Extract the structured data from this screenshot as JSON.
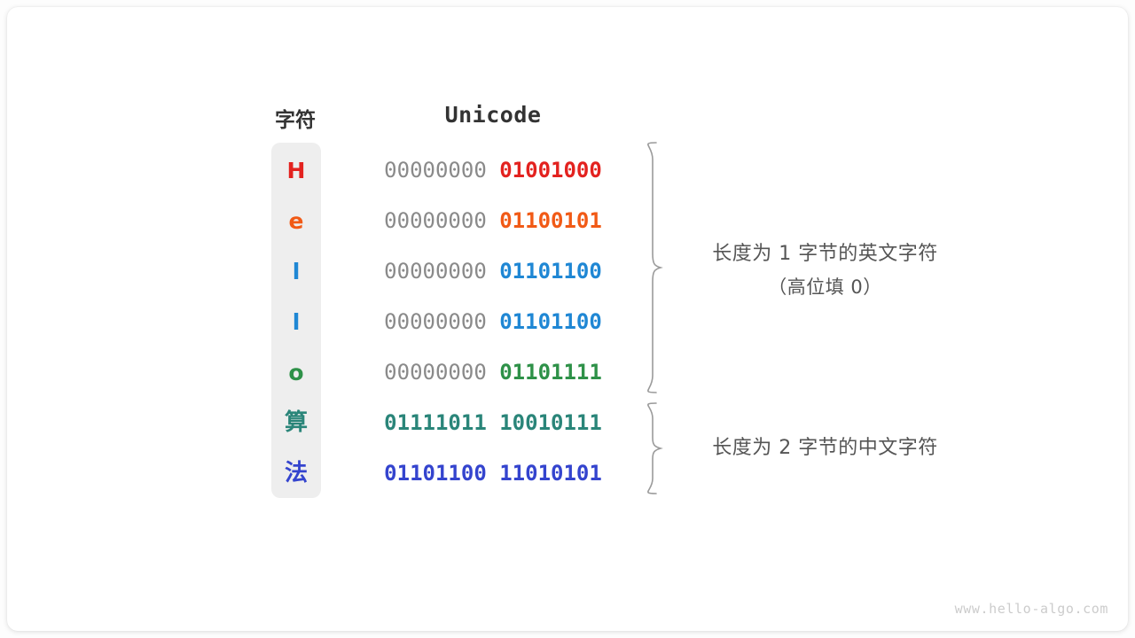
{
  "figure": {
    "headers": {
      "character": "字符",
      "encoding": "Unicode"
    },
    "rows": [
      {
        "char": "H",
        "high_byte": "00000000",
        "low_byte": "01001000",
        "color": "#E3221F",
        "high_gray": true,
        "cjk": false
      },
      {
        "char": "e",
        "high_byte": "00000000",
        "low_byte": "01100101",
        "color": "#F15A16",
        "high_gray": true,
        "cjk": false
      },
      {
        "char": "l",
        "high_byte": "00000000",
        "low_byte": "01101100",
        "color": "#1F87D4",
        "high_gray": true,
        "cjk": false
      },
      {
        "char": "l",
        "high_byte": "00000000",
        "low_byte": "01101100",
        "color": "#1F87D4",
        "high_gray": true,
        "cjk": false
      },
      {
        "char": "o",
        "high_byte": "00000000",
        "low_byte": "01101111",
        "color": "#2E9148",
        "high_gray": true,
        "cjk": false
      },
      {
        "char": "算",
        "high_byte": "01111011",
        "low_byte": "10010111",
        "color": "#2A8579",
        "high_gray": false,
        "cjk": true
      },
      {
        "char": "法",
        "high_byte": "01101100",
        "low_byte": "11010101",
        "color": "#3444CE",
        "high_gray": false,
        "cjk": true
      }
    ],
    "annotations": [
      {
        "line1": "长度为 1 字节的英文字符",
        "line2": "（高位填 0）"
      },
      {
        "line1": "长度为 2 字节的中文字符",
        "line2": ""
      }
    ],
    "watermark": "www.hello-algo.com",
    "colors": {
      "card_background": "#ffffff",
      "page_background": "#fdfdfd",
      "char_column_background": "#eeeeee",
      "high_byte_gray": "#8a8a8a",
      "header_text": "#333333",
      "annotation_text": "#555555",
      "brace_stroke": "#9a9a9a",
      "watermark_text": "#cccccc"
    }
  }
}
